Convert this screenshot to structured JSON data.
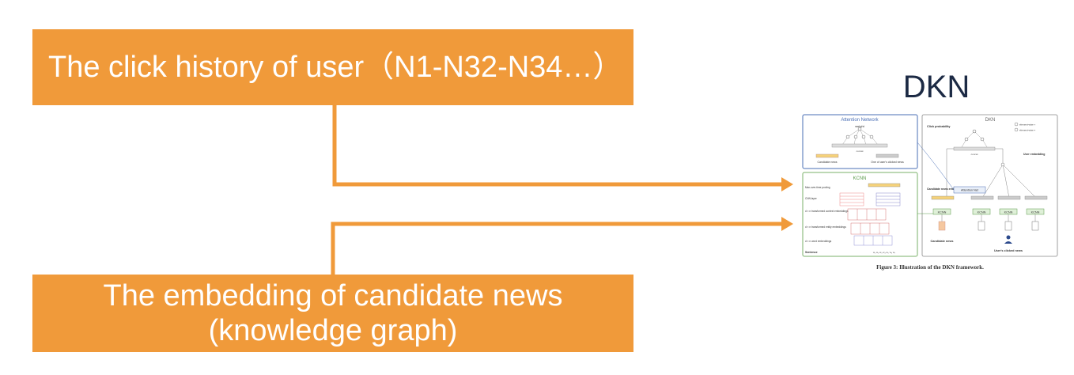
{
  "boxes": {
    "click_history": "The click history of user（N1-N32-N34…）",
    "candidate_embedding": "The embedding of candidate news (knowledge graph)"
  },
  "diagram_title": "DKN",
  "figure": {
    "caption": "Figure 3: Illustration of the DKN framework.",
    "attention_panel": {
      "title": "Attention Network",
      "weight": "weight",
      "concat": "concat",
      "candidate_news": "Candidate news",
      "clicked_news": "One of user's clicked news"
    },
    "kcnn_panel": {
      "title": "KCNN",
      "labels": [
        "Max-over-time pooling",
        "CNN layer",
        "d × n transformed context embeddings",
        "d × n transformed entity embeddings",
        "d × n word embeddings",
        "Sentence"
      ],
      "words": "w₁ w₂ w₃ w₄ w₅ w₆ w₇"
    },
    "dkn_panel": {
      "title": "DKN",
      "click_probability": "Click probability",
      "legend_plus": "element-wise +",
      "legend_times": "element-wise ×",
      "concat": "concat",
      "user_embedding": "User embedding",
      "candidate_news_embedding": "Candidate news embedding",
      "attention_net": "Attention Net",
      "kcnn": "KCNN",
      "candidate_news": "Candidate news",
      "users_clicked_news": "User's clicked news"
    }
  },
  "colors": {
    "box_fill": "#f09a3a",
    "box_text": "#ffffff",
    "title_text": "#1c2a44",
    "attention_border": "#4a6fb5",
    "kcnn_border": "#7ab26a"
  }
}
